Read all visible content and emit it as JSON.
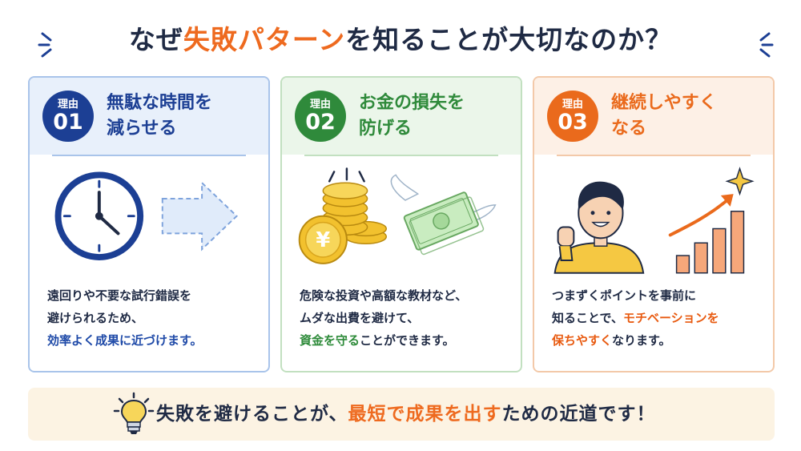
{
  "title": {
    "part1": "なぜ",
    "highlight": "失敗パターン",
    "part2": "を知ることが大切なのか？"
  },
  "cards": [
    {
      "badge_label": "理由",
      "badge_number": "01",
      "heading_line1": "無駄な時間を",
      "heading_line2": "減らせる",
      "desc_line1": "遠回りや不要な試行錯誤を",
      "desc_line2": "避けられるため、",
      "desc_emph": "効率よく成果に近づけます。",
      "accent": "#1c3f94",
      "icons": [
        "clock-icon",
        "arrow-right-icon"
      ]
    },
    {
      "badge_label": "理由",
      "badge_number": "02",
      "heading_line1": "お金の損失を",
      "heading_line2": "防げる",
      "desc_line1": "危険な投資や高額な教材など、",
      "desc_line2": "ムダな出費を避けて、",
      "desc_emph": "資金を守る",
      "desc_tail": "ことができます。",
      "yen_symbol": "¥",
      "accent": "#2f8a3b",
      "icons": [
        "coin-stack-icon",
        "flying-money-icon"
      ]
    },
    {
      "badge_label": "理由",
      "badge_number": "03",
      "heading_line1": "継続しやすく",
      "heading_line2": "なる",
      "desc_line1": "つまずくポイントを事前に",
      "desc_line2_pre": "知ることで、",
      "desc_line2_emph": "モチベーションを",
      "desc_line3_emph": "保ちやすく",
      "desc_line3_tail": "なります。",
      "accent": "#ea6a1c",
      "icons": [
        "person-fist-icon",
        "growth-chart-icon",
        "sparkle-icon"
      ]
    }
  ],
  "footer": {
    "part1": "失敗を避けることが、",
    "highlight": "最短で成果を出す",
    "part2": "ための近道です！",
    "icon": "lightbulb-icon"
  },
  "colors": {
    "title_accent": "#ee6a1f",
    "navy": "#1f2a44"
  }
}
